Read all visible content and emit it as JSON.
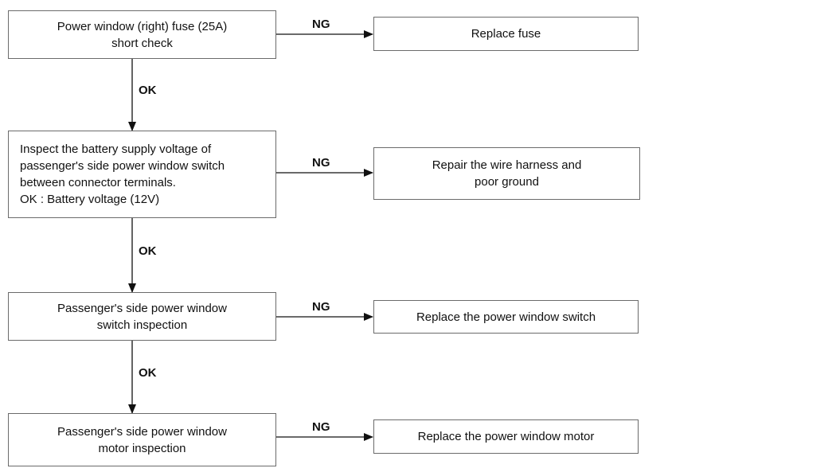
{
  "steps": [
    {
      "text": "Power window (right) fuse (25A)\nshort check",
      "ng_action": "Replace fuse"
    },
    {
      "text": "Inspect the battery supply voltage of\npassenger's side power window switch\nbetween connector terminals.\nOK : Battery voltage (12V)",
      "ng_action": "Repair the wire harness and\npoor ground"
    },
    {
      "text": "Passenger's side power window\nswitch inspection",
      "ng_action": "Replace the power window switch"
    },
    {
      "text": "Passenger's side power window\nmotor inspection",
      "ng_action": "Replace the power window motor"
    }
  ],
  "labels": {
    "ng": "NG",
    "ok": "OK"
  },
  "colors": {
    "line": "#111111",
    "border": "#6b6b6b"
  }
}
